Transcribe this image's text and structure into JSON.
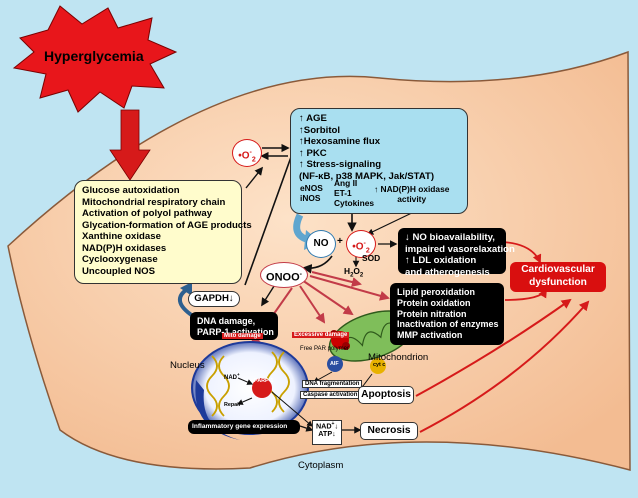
{
  "hyperglycemia": "Hyperglycemia",
  "sources": [
    "Glucose autoxidation",
    "Mitochondrial respiratory chain",
    "Activation of polyol pathway",
    "Glycation-formation of AGE products",
    "Xanthine oxidase",
    "NAD(P)H oxidases",
    "Cyclooxygenase",
    "Uncoupled NOS"
  ],
  "superoxide": {
    "base": "O",
    "dot": "•",
    "sup": "-",
    "sub": "2"
  },
  "pathways": [
    "↑ AGE",
    "↑Sorbitol",
    "↑Hexosamine flux",
    "↑ PKC",
    "↑ Stress-signaling",
    "(NF-κB, p38 MAPK, Jak/STAT)"
  ],
  "enos_inos": [
    "eNOS",
    "iNOS"
  ],
  "mediators": [
    "Ang II",
    "ET-1",
    "Cytokines"
  ],
  "nadph_activity": [
    "↑ NAD(P)H oxidase",
    "activity"
  ],
  "no_label": "NO",
  "plus": "+",
  "sod": "SOD",
  "h2o2": {
    "base": "H",
    "sub1": "2",
    "o": "O",
    "sub2": "2"
  },
  "onoo": "ONOO",
  "onoo_sup": "-",
  "no_bio": [
    "↓ NO bioavailability,",
    "impaired vasorelaxation",
    "↑ LDL oxidation",
    "and atherogenesis"
  ],
  "cvd": [
    "Cardiovascular",
    "dysfunction"
  ],
  "gapdh": "GAPDH↓",
  "dna_damage": [
    "DNA damage,",
    "PARP-1 activation"
  ],
  "lipid": [
    "Lipid peroxidation",
    "Protein oxidation",
    "Protein nitration",
    "Inactivation of enzymes",
    "MMP activation"
  ],
  "mito_damage": "Mito damage",
  "excessive_damage": "Excessive damage",
  "free_pmn": "Free PAR polymer",
  "mitochondrion": "Mitochondrion",
  "nucleus": "Nucleus",
  "nad_small": "NAD",
  "nad_small_sup": "+",
  "parp": "PARP-1",
  "repair": "Repair",
  "aif": "AIF",
  "cytc": "cyt c",
  "dna_frag": "DNA fragmentation",
  "caspase": "Caspase activation",
  "apoptosis": "Apoptosis",
  "inflammatory": "Inflammatory gene expression",
  "nad_atp": [
    "NAD",
    "+",
    "↓",
    "ATP",
    "↓"
  ],
  "necrosis": "Necrosis",
  "cytoplasm": "Cytoplasm",
  "colors": {
    "background": "#bfe4f2",
    "cell": "#f4c39b",
    "cell_edge": "#8a5a3a",
    "arrow_red": "#d61a1a",
    "arrow_black": "#111111",
    "yellow_box": "#fffccc",
    "blue_box": "#a9dff0",
    "cvd_box": "#d90f0f",
    "nucleus": "#1e3a9a"
  }
}
